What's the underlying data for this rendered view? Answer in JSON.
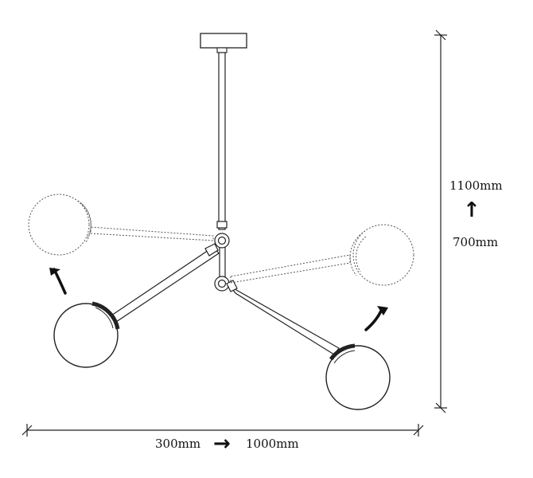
{
  "dimensions": {
    "height_max": "1100mm",
    "height_min": "700mm",
    "width_min": "300mm",
    "width_max": "1000mm"
  },
  "icons": {
    "height_adjust": "up-arrow-icon",
    "width_adjust": "right-arrow-icon",
    "rotate_left_arm": "curved-rotate-arrow-icon",
    "rotate_right_arm": "curved-rotate-arrow-icon"
  }
}
